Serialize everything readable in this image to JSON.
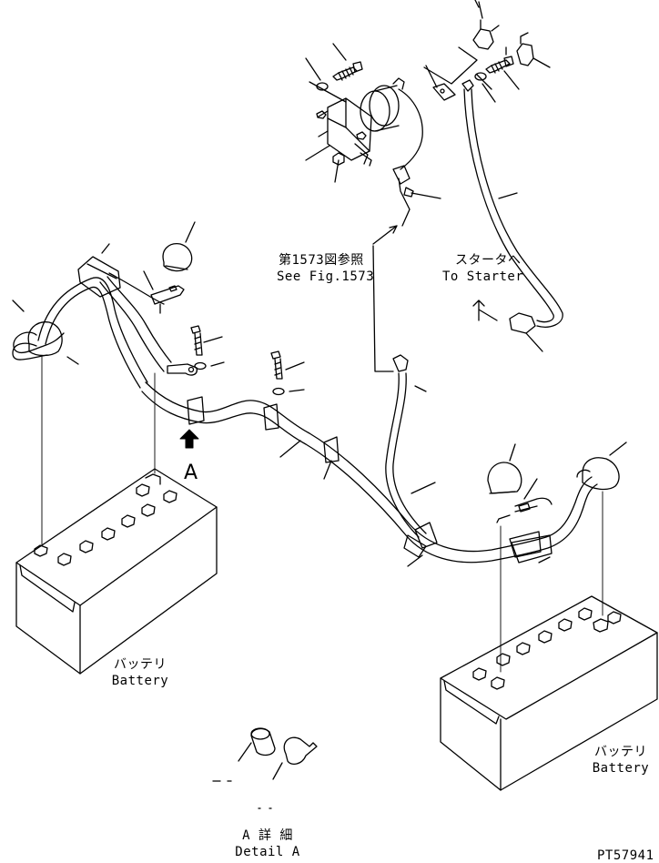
{
  "references": {
    "fig_jp": "第1573図参照",
    "fig_en": "See Fig.1573",
    "starter_jp": "スタータへ",
    "starter_en": "To Starter"
  },
  "battery_left": {
    "jp": "バッテリ",
    "en": "Battery"
  },
  "battery_right": {
    "jp": "バッテリ",
    "en": "Battery"
  },
  "view_marker": "A",
  "detail": {
    "jp": "A 詳 細",
    "en": "Detail A"
  },
  "figure_code": "PT57941"
}
